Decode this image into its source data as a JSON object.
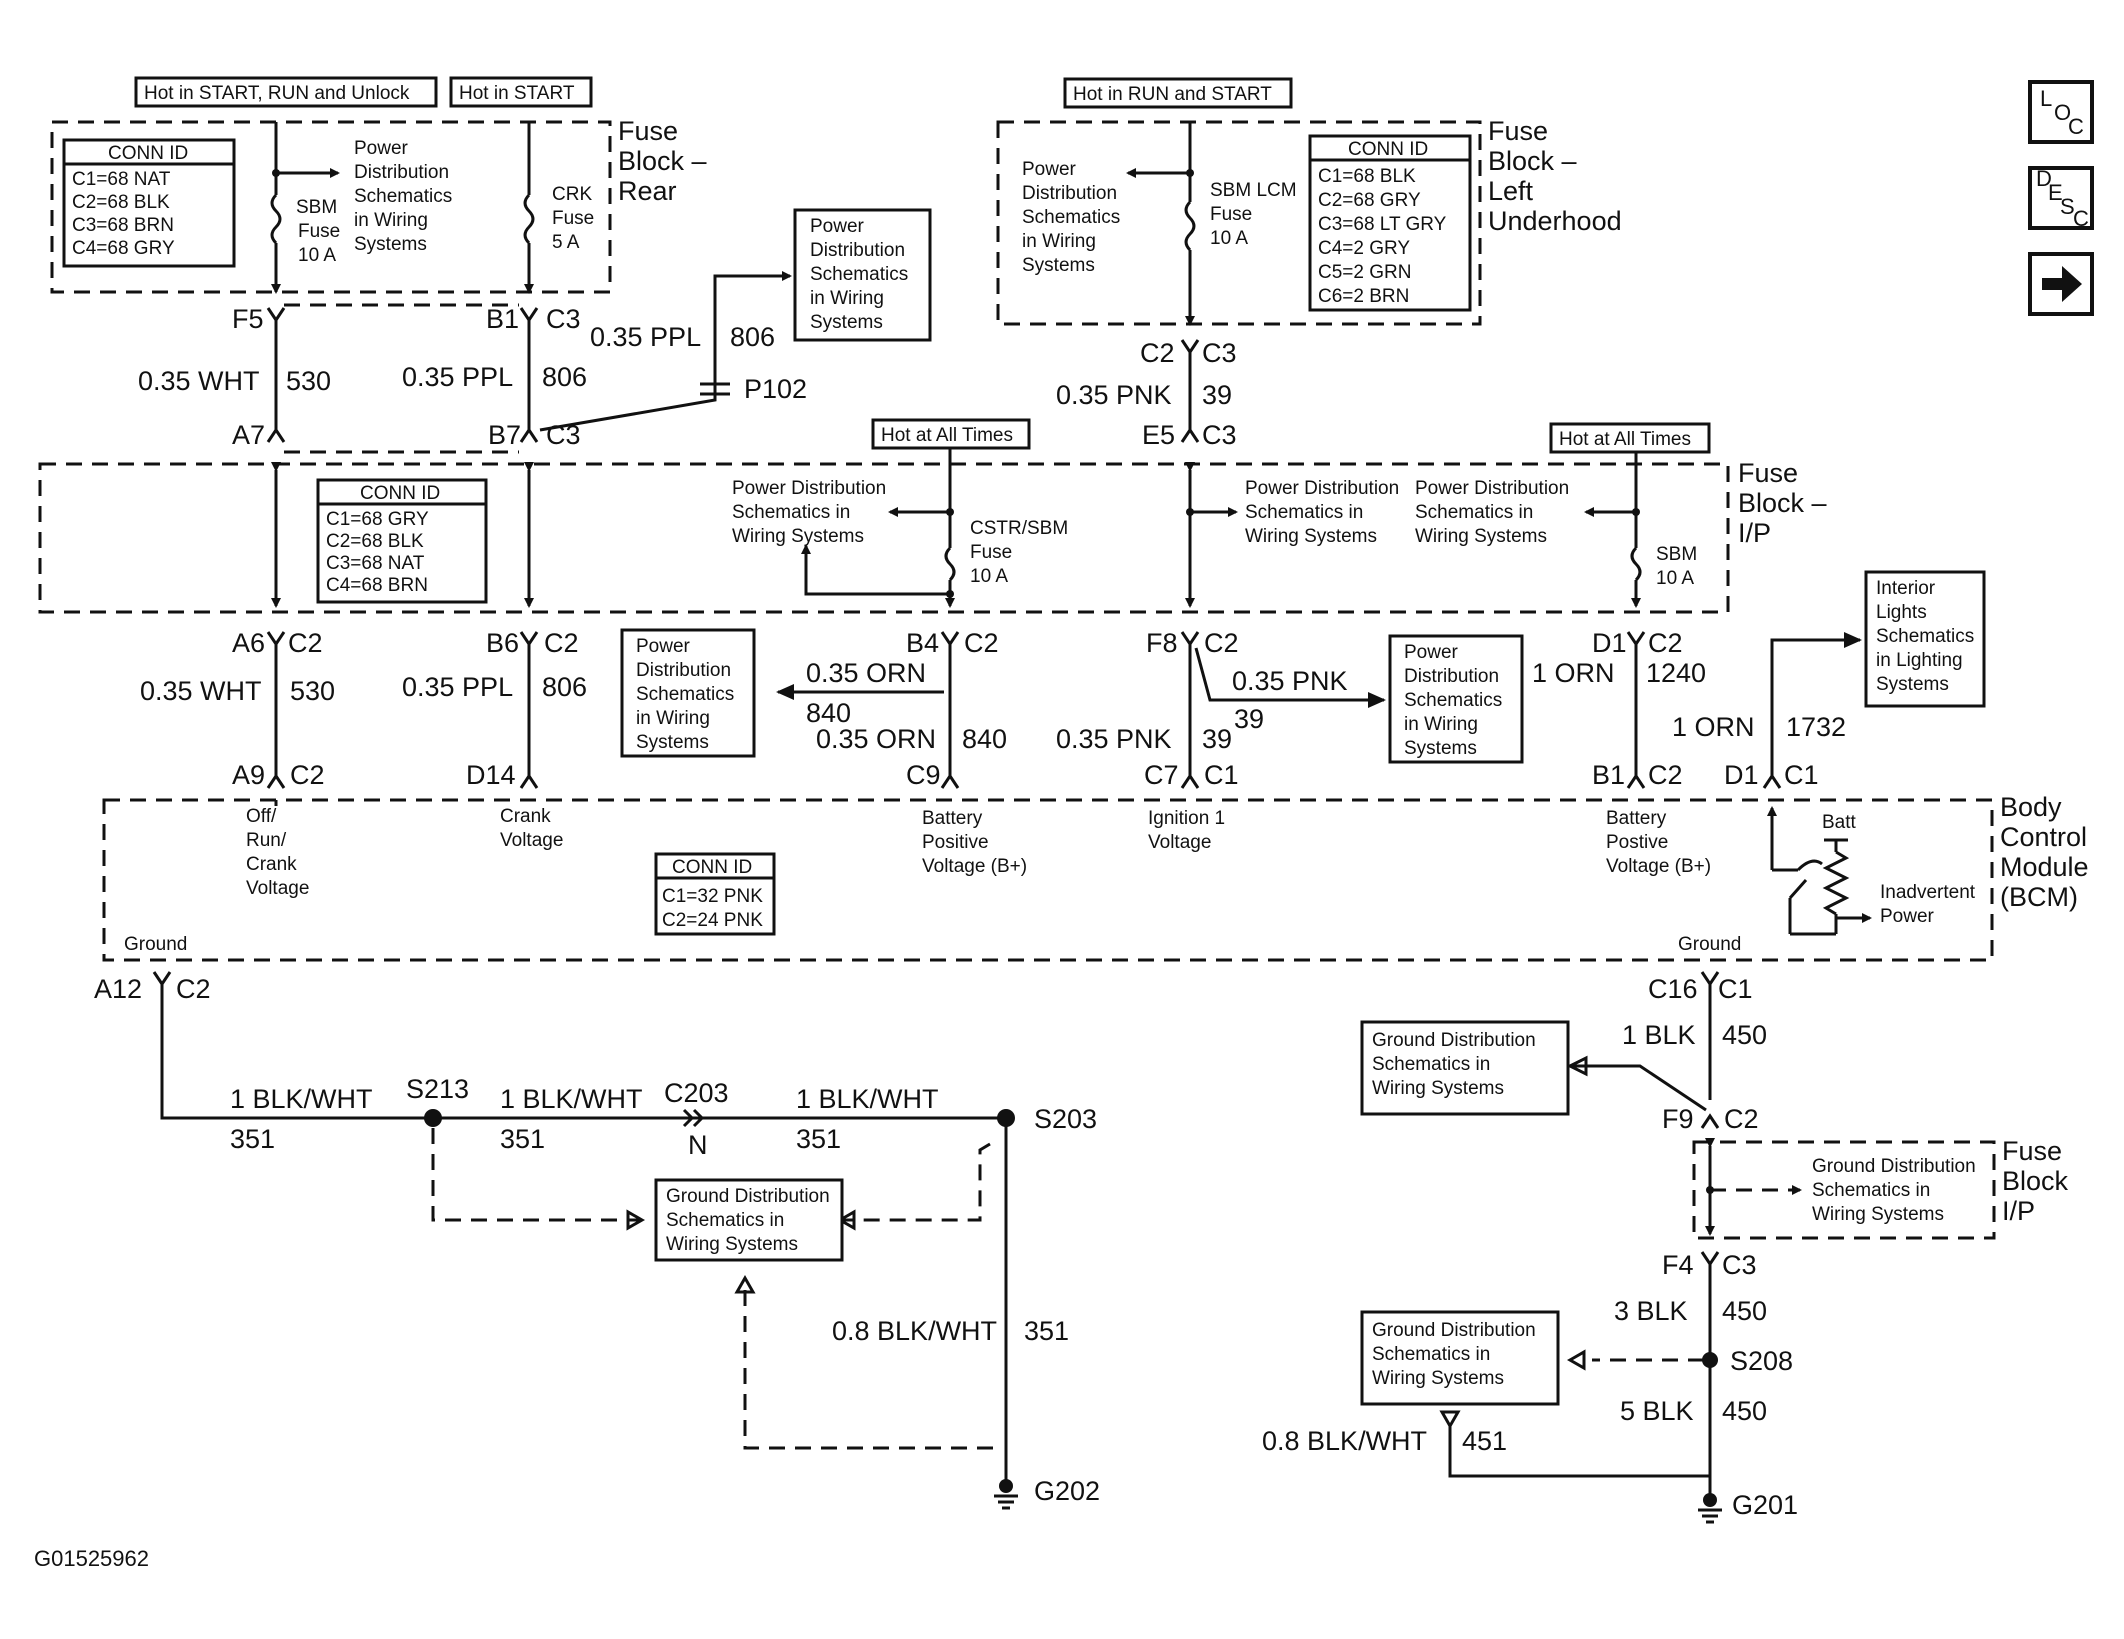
{
  "image_id": "G01525962",
  "nav": {
    "loc": [
      "L",
      "O",
      "C"
    ],
    "desc": [
      "D",
      "E",
      "S",
      "C"
    ],
    "next_arrow": "arrow-right-icon"
  },
  "hot_labels": {
    "start_run_unlock": "Hot in START, RUN and Unlock",
    "start": "Hot in START",
    "run_start": "Hot in RUN and START",
    "all_times_cstr": "Hot at All Times",
    "all_times_sbm": "Hot at All Times"
  },
  "fuse_blocks": {
    "rear": {
      "line1": "Fuse",
      "line2": "Block –",
      "line3": "Rear"
    },
    "left_underhood": {
      "line1": "Fuse",
      "line2": "Block –",
      "line3": "Left",
      "line4": "Underhood"
    },
    "ip": {
      "line1": "Fuse",
      "line2": "Block –",
      "line3": "I/P"
    },
    "ip_lower": {
      "line1": "Fuse",
      "line2": "Block",
      "line3": "I/P"
    }
  },
  "conn_tables": {
    "rear": {
      "title": "CONN ID",
      "rows": [
        "C1=68 NAT",
        "C2=68 BLK",
        "C3=68 BRN",
        "C4=68 GRY"
      ]
    },
    "underhood": {
      "title": "CONN ID",
      "rows": [
        "C1=68 BLK",
        "C2=68 GRY",
        "C3=68 LT GRY",
        "C4=2 GRY",
        "C5=2 GRN",
        "C6=2 BRN"
      ]
    },
    "ip": {
      "title": "CONN ID",
      "rows": [
        "C1=68 GRY",
        "C2=68 BLK",
        "C3=68 NAT",
        "C4=68 BRN"
      ]
    },
    "bcm": {
      "title": "CONN ID",
      "rows": [
        "C1=32 PNK",
        "C2=24 PNK"
      ]
    }
  },
  "fuses": {
    "sbm_rear": {
      "l1": "SBM",
      "l2": "Fuse",
      "l3": "10 A"
    },
    "crk": {
      "l1": "CRK",
      "l2": "Fuse",
      "l3": "5 A"
    },
    "sbm_lcm": {
      "l1": "SBM LCM",
      "l2": "Fuse",
      "l3": "10 A"
    },
    "cstr_sbm": {
      "l1": "CSTR/SBM",
      "l2": "Fuse",
      "l3": "10 A"
    },
    "sbm_ip": {
      "l1": "SBM",
      "l2": "10 A"
    }
  },
  "schematic_refs": {
    "pd_rear": [
      "Power",
      "Distribution",
      "Schematics",
      "in Wiring",
      "Systems"
    ],
    "pd_p102": [
      "Power",
      "Distribution",
      "Schematics",
      "in Wiring",
      "Systems"
    ],
    "pd_underhood": [
      "Power",
      "Distribution",
      "Schematics",
      "in Wiring",
      "Systems"
    ],
    "pd_ip_cstr": [
      "Power Distribution",
      "Schematics in",
      "Wiring Systems"
    ],
    "pd_ip_mid": [
      "Power Distribution",
      "Schematics in",
      "Wiring Systems"
    ],
    "pd_ip_right": [
      "Power Distribution",
      "Schematics in",
      "Wiring Systems"
    ],
    "pd_840": [
      "Power",
      "Distribution",
      "Schematics",
      "in Wiring",
      "Systems"
    ],
    "pd_39": [
      "Power",
      "Distribution",
      "Schematics",
      "in Wiring",
      "Systems"
    ],
    "interior_lights": [
      "Interior",
      "Lights",
      "Schematics",
      "in Lighting",
      "Systems"
    ],
    "gd_left": [
      "Ground Distribution",
      "Schematics in",
      "Wiring Systems"
    ],
    "gd_right_top": [
      "Ground Distribution",
      "Schematics in",
      "Wiring Systems"
    ],
    "gd_ip": [
      "Ground Distribution",
      "Schematics in",
      "Wiring Systems"
    ],
    "gd_right_bottom": [
      "Ground Distribution",
      "Schematics in",
      "Wiring Systems"
    ]
  },
  "pins": {
    "f5": "F5",
    "b1": "B1",
    "c3a": "C3",
    "a7": "A7",
    "b7": "B7",
    "c3b": "C3",
    "c2u": "C2",
    "c3u": "C3",
    "e5": "E5",
    "c3e": "C3",
    "a6": "A6",
    "c2a6": "C2",
    "b6": "B6",
    "c2b6": "C2",
    "b4": "B4",
    "c2b4": "C2",
    "f8": "F8",
    "c2f8": "C2",
    "d1": "D1",
    "c2d1": "C2",
    "a9": "A9",
    "c2a9": "C2",
    "d14": "D14",
    "c9": "C9",
    "c7": "C7",
    "c1c7": "C1",
    "b1b": "B1",
    "c2b1": "C2",
    "d1b": "D1",
    "c1d1": "C1",
    "a12": "A12",
    "c2a12": "C2",
    "c16": "C16",
    "c1c16": "C1",
    "f9": "F9",
    "c2f9": "C2",
    "f4": "F4",
    "c3f4": "C3"
  },
  "wires": {
    "w530a": {
      "gauge": "0.35 WHT",
      "circuit": "530"
    },
    "w806a": {
      "gauge": "0.35 PPL",
      "circuit": "806"
    },
    "wp102": {
      "gauge": "0.35 PPL",
      "circuit": "806",
      "splice": "P102"
    },
    "w39a": {
      "gauge": "0.35 PNK",
      "circuit": "39"
    },
    "w530b": {
      "gauge": "0.35 WHT",
      "circuit": "530"
    },
    "w806b": {
      "gauge": "0.35 PPL",
      "circuit": "806"
    },
    "w840h": {
      "gauge": "0.35 ORN",
      "circuit": "840"
    },
    "w840v": {
      "gauge": "0.35 ORN",
      "circuit": "840"
    },
    "w39h": {
      "gauge": "0.35 PNK",
      "circuit": "39"
    },
    "w39v": {
      "gauge": "0.35 PNK",
      "circuit": "39"
    },
    "w1240": {
      "gauge": "1 ORN",
      "circuit": "1240"
    },
    "w1732": {
      "gauge": "1 ORN",
      "circuit": "1732"
    },
    "w351a": {
      "gauge": "1 BLK/WHT",
      "circuit": "351"
    },
    "w351b": {
      "gauge": "1 BLK/WHT",
      "circuit": "351"
    },
    "w351c": {
      "gauge": "1 BLK/WHT",
      "circuit": "351"
    },
    "w351d": {
      "gauge": "0.8 BLK/WHT",
      "circuit": "351"
    },
    "w450a": {
      "gauge": "1 BLK",
      "circuit": "450"
    },
    "w450b": {
      "gauge": "3 BLK",
      "circuit": "450"
    },
    "w450c": {
      "gauge": "5 BLK",
      "circuit": "450"
    },
    "w451": {
      "gauge": "0.8 BLK/WHT",
      "circuit": "451"
    }
  },
  "splices": {
    "s213": "S213",
    "c203": "C203",
    "c203_n": "N",
    "s203": "S203",
    "s208": "S208"
  },
  "grounds": {
    "g202": "G202",
    "g201": "G201"
  },
  "bcm": {
    "title": [
      "Body",
      "Control",
      "Module",
      "(BCM)"
    ],
    "inputs": {
      "off_run_crank": [
        "Off/",
        "Run/",
        "Crank",
        "Voltage"
      ],
      "crank_voltage": [
        "Crank",
        "Voltage"
      ],
      "battery_pos": [
        "Battery",
        "Positive",
        "Voltage (B+)"
      ],
      "ignition1": [
        "Ignition  1",
        "Voltage"
      ],
      "battery_postive": [
        "Battery",
        "Postive",
        "Voltage (B+)"
      ]
    },
    "ground_left": "Ground",
    "ground_right": "Ground",
    "batt": "Batt",
    "inadvertent": [
      "Inadvertent",
      "Power"
    ]
  }
}
